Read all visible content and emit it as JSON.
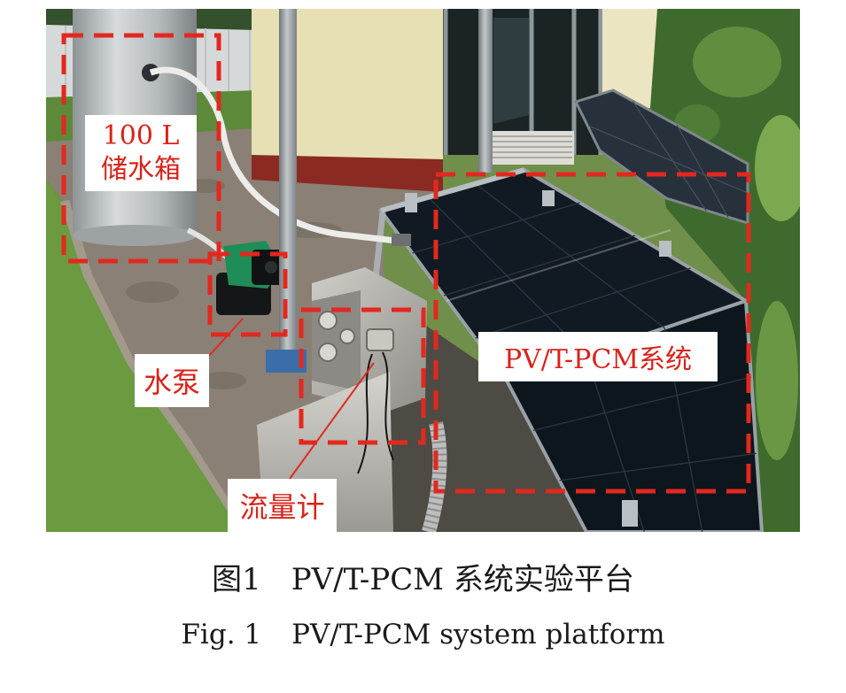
{
  "figure": {
    "annotations": {
      "tank": {
        "capacity": "100 L",
        "name": "储水箱"
      },
      "pump": "水泵",
      "flowmeter": "流量计",
      "pvt_system": "PV/T-PCM系统"
    }
  },
  "caption": {
    "zh": {
      "number": "图1",
      "title": "PV/T-PCM 系统实验平台"
    },
    "en": {
      "number": "Fig. 1",
      "title": "PV/T-PCM system platform"
    }
  },
  "colors": {
    "annotation_red": "#e2281f",
    "label_text": "#d8231b"
  }
}
